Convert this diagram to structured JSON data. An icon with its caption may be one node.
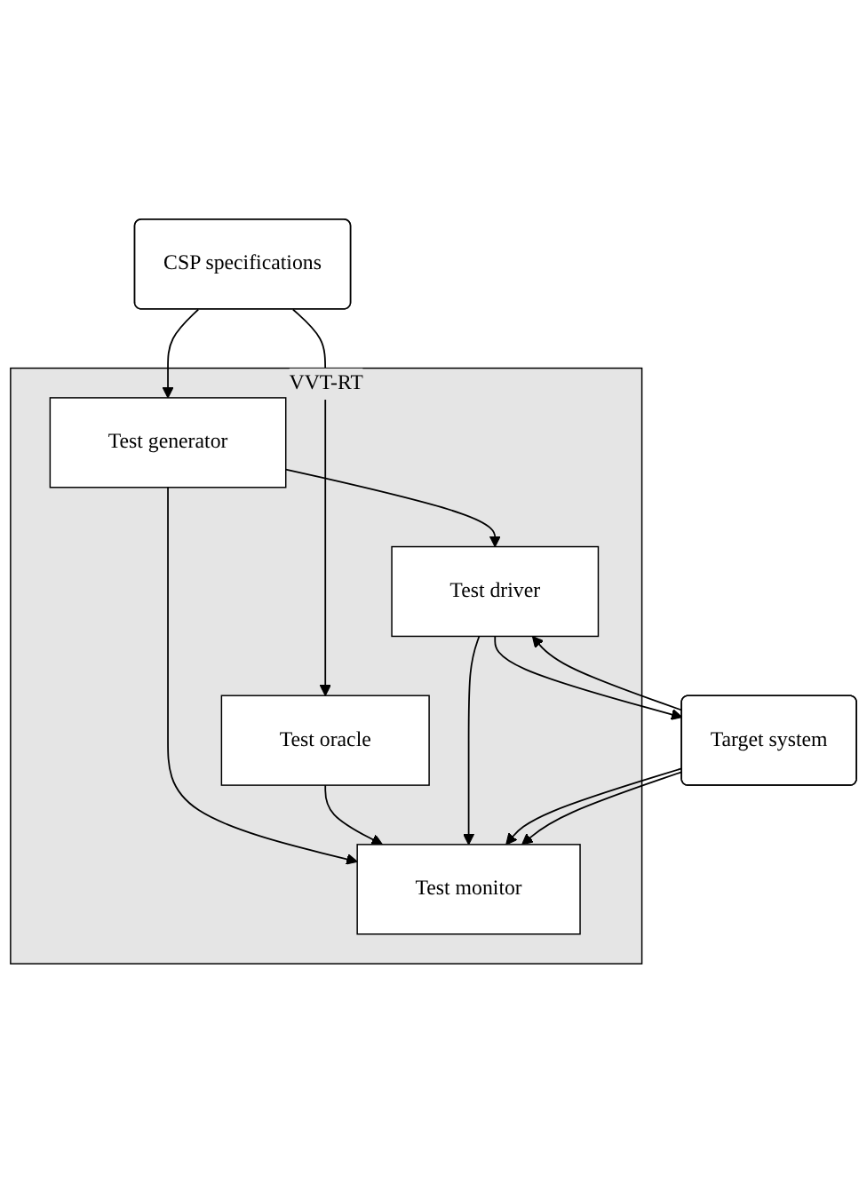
{
  "diagram": {
    "nodes": [
      {
        "text": [
          "CSP specifications"
        ]
      },
      {
        "text": [
          "VVT-RT"
        ]
      },
      {
        "text": [
          "Test generator"
        ],
        "in": 1
      },
      {
        "text": [
          "Test oracle"
        ],
        "in": 1
      },
      {
        "text": [
          "Test driver"
        ],
        "in": 1
      },
      {
        "text": [
          "Test monitor"
        ],
        "in": 1
      },
      {
        "text": [
          "Target system"
        ]
      }
    ],
    "edges": [
      {
        "from": 0,
        "to": 2,
        "arrow": "to"
      },
      {
        "from": 0,
        "to": 3,
        "arrow": "to"
      },
      {
        "from": 2,
        "to": 4,
        "arrow": "to"
      },
      {
        "from": 2,
        "to": 5,
        "arrow": "to"
      },
      {
        "from": 3,
        "to": 5,
        "arrow": "to"
      },
      {
        "from": 4,
        "to": 5,
        "arrow": "to"
      },
      {
        "from": 4,
        "to": 6,
        "arrow": "to"
      },
      {
        "from": 6,
        "to": 4,
        "arrow": "to"
      },
      {
        "from": 6,
        "to": 5,
        "arrow": "to"
      },
      {
        "from": 6,
        "to": 5,
        "arrow": "to"
      }
    ]
  }
}
